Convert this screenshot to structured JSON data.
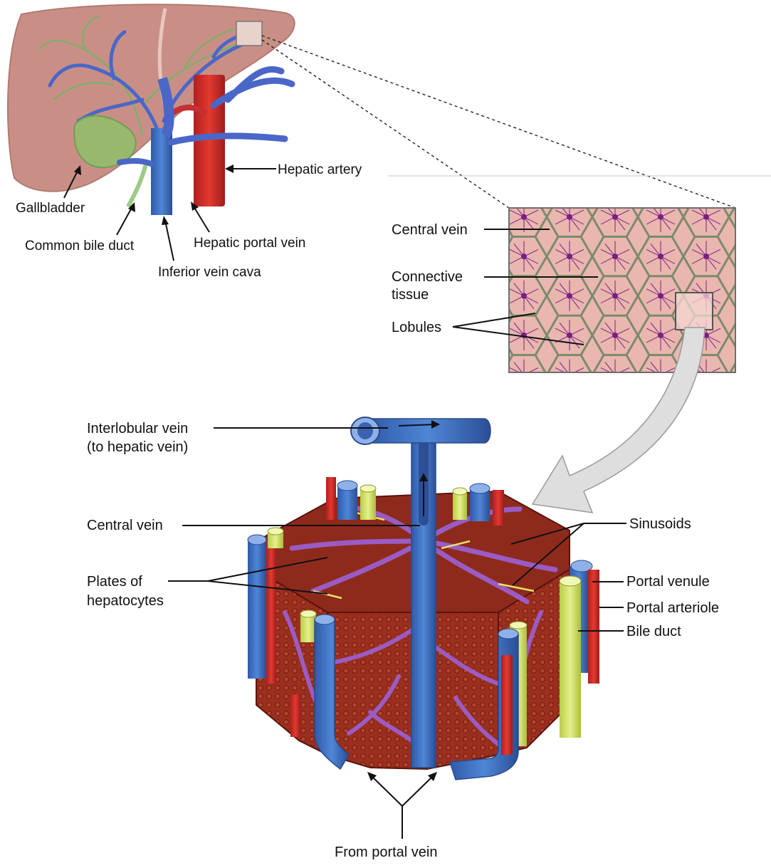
{
  "liver_labels": {
    "hepatic_artery": "Hepatic artery",
    "gallbladder": "Gallbladder",
    "common_bile_duct": "Common bile duct",
    "hepatic_portal_vein": "Hepatic portal vein",
    "inferior_vena_cava": "Inferior vein cava"
  },
  "tissue_labels": {
    "central_vein": "Central vein",
    "connective_tissue_line1": "Connective",
    "connective_tissue_line2": "tissue",
    "lobules": "Lobules"
  },
  "lobule_labels": {
    "interlobular_vein_line1": "Interlobular vein",
    "interlobular_vein_line2": "(to hepatic vein)",
    "central_vein": "Central vein",
    "plates_line1": "Plates of",
    "plates_line2": "hepatocytes",
    "sinusoids": "Sinusoids",
    "portal_venule": "Portal venule",
    "portal_arteriole": "Portal arteriole",
    "bile_duct": "Bile duct",
    "from_portal_vein": "From portal vein"
  },
  "colors": {
    "liver": "#c98f86",
    "vein_blue": "#4a67c8",
    "artery_red": "#b83232",
    "bile_green": "#8fbf6a",
    "tissue_pink": "#e6b2ab",
    "septa_green": "#7f8b74",
    "central_purple": "#8a2a8c",
    "lobule_brown": "#8e2a1c",
    "sinusoid_purple": "#9a5cc4",
    "bile_yellow": "#d6e47a",
    "arrow_grey": "#d9d9d9"
  }
}
